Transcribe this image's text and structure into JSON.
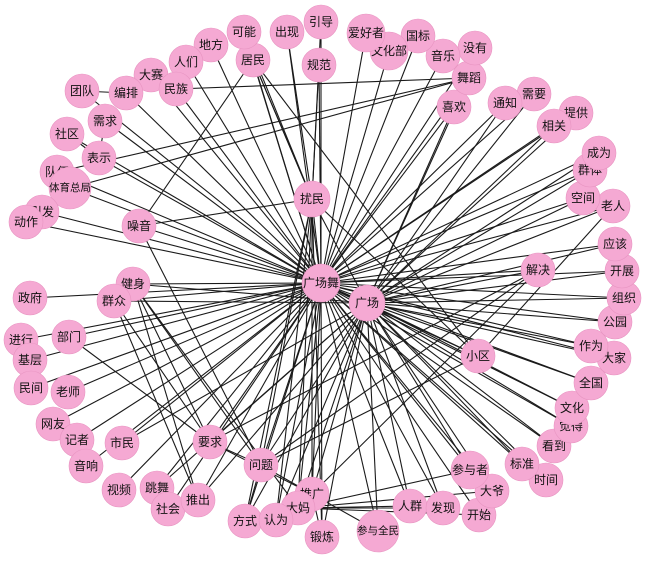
{
  "hubs": [
    "广场舞",
    "广场",
    "扰民"
  ],
  "nodes": [
    "广场舞",
    "广场",
    "扰民",
    "小区",
    "解决",
    "噪音",
    "要求",
    "问题",
    "推广",
    "大妈",
    "健身",
    "群众",
    "部门",
    "政府",
    "进行",
    "基层",
    "民间",
    "老师",
    "网友",
    "记者",
    "音响",
    "视频",
    "市民",
    "跳舞",
    "社会",
    "推出",
    "方式",
    "认为",
    "锻炼",
    "参与全民",
    "人群",
    "发现",
    "开始",
    "大爷",
    "参与者",
    "时间",
    "标准",
    "看到",
    "觉得",
    "文化",
    "全国",
    "大家",
    "作为",
    "公园",
    "组织",
    "开展",
    "应该",
    "老人",
    "空间",
    "群体",
    "成为",
    "提供",
    "相关",
    "需要",
    "通知",
    "喜欢",
    "舞蹈",
    "没有",
    "音乐",
    "国标",
    "文化部",
    "爱好者",
    "引导",
    "规范",
    "出现",
    "居民",
    "可能",
    "地方",
    "人们",
    "大赛",
    "民族",
    "编排",
    "团队",
    "需求",
    "社区",
    "表示",
    "队伍",
    "体育总局",
    "引发",
    "动作"
  ],
  "edges": [
    [
      "广场舞",
      "扰民"
    ],
    [
      "广场舞",
      "广场"
    ],
    [
      "广场舞",
      "噪音"
    ],
    [
      "广场舞",
      "健身"
    ],
    [
      "广场舞",
      "群众"
    ],
    [
      "广场舞",
      "政府"
    ],
    [
      "广场舞",
      "部门"
    ],
    [
      "广场舞",
      "进行"
    ],
    [
      "广场舞",
      "基层"
    ],
    [
      "广场舞",
      "民间"
    ],
    [
      "广场舞",
      "老师"
    ],
    [
      "广场舞",
      "网友"
    ],
    [
      "广场舞",
      "记者"
    ],
    [
      "广场舞",
      "音响"
    ],
    [
      "广场舞",
      "视频"
    ],
    [
      "广场舞",
      "市民"
    ],
    [
      "广场舞",
      "跳舞"
    ],
    [
      "广场舞",
      "社会"
    ],
    [
      "广场舞",
      "推出"
    ],
    [
      "广场舞",
      "方式"
    ],
    [
      "广场舞",
      "认为"
    ],
    [
      "广场舞",
      "推广"
    ],
    [
      "广场舞",
      "大妈"
    ],
    [
      "广场舞",
      "锻炼"
    ],
    [
      "广场舞",
      "参与全民"
    ],
    [
      "广场舞",
      "人群"
    ],
    [
      "广场舞",
      "发现"
    ],
    [
      "广场舞",
      "开始"
    ],
    [
      "广场舞",
      "大爷"
    ],
    [
      "广场舞",
      "参与者"
    ],
    [
      "广场舞",
      "时间"
    ],
    [
      "广场舞",
      "标准"
    ],
    [
      "广场舞",
      "看到"
    ],
    [
      "广场舞",
      "觉得"
    ],
    [
      "广场舞",
      "文化"
    ],
    [
      "广场舞",
      "全国"
    ],
    [
      "广场舞",
      "大家"
    ],
    [
      "广场舞",
      "作为"
    ],
    [
      "广场舞",
      "公园"
    ],
    [
      "广场舞",
      "组织"
    ],
    [
      "广场舞",
      "开展"
    ],
    [
      "广场舞",
      "应该"
    ],
    [
      "广场舞",
      "老人"
    ],
    [
      "广场舞",
      "空间"
    ],
    [
      "广场舞",
      "群体"
    ],
    [
      "广场舞",
      "成为"
    ],
    [
      "广场舞",
      "提供"
    ],
    [
      "广场舞",
      "相关"
    ],
    [
      "广场舞",
      "需要"
    ],
    [
      "广场舞",
      "通知"
    ],
    [
      "广场舞",
      "喜欢"
    ],
    [
      "广场舞",
      "舞蹈"
    ],
    [
      "广场舞",
      "没有"
    ],
    [
      "广场舞",
      "音乐"
    ],
    [
      "广场舞",
      "国标"
    ],
    [
      "广场舞",
      "文化部"
    ],
    [
      "广场舞",
      "爱好者"
    ],
    [
      "广场舞",
      "引导"
    ],
    [
      "广场舞",
      "规范"
    ],
    [
      "广场舞",
      "出现"
    ],
    [
      "广场舞",
      "居民"
    ],
    [
      "广场舞",
      "可能"
    ],
    [
      "广场舞",
      "地方"
    ],
    [
      "广场舞",
      "人们"
    ],
    [
      "广场舞",
      "大赛"
    ],
    [
      "广场舞",
      "民族"
    ],
    [
      "广场舞",
      "编排"
    ],
    [
      "广场舞",
      "团队"
    ],
    [
      "广场舞",
      "需求"
    ],
    [
      "广场舞",
      "社区"
    ],
    [
      "广场舞",
      "表示"
    ],
    [
      "广场舞",
      "队伍"
    ],
    [
      "广场舞",
      "体育总局"
    ],
    [
      "广场舞",
      "引发"
    ],
    [
      "广场舞",
      "动作"
    ],
    [
      "广场舞",
      "小区"
    ],
    [
      "广场舞",
      "解决"
    ],
    [
      "广场舞",
      "要求"
    ],
    [
      "广场舞",
      "问题"
    ],
    [
      "广场",
      "扰民"
    ],
    [
      "广场",
      "健身"
    ],
    [
      "广场",
      "群众"
    ],
    [
      "广场",
      "小区"
    ],
    [
      "广场",
      "解决"
    ],
    [
      "广场",
      "大妈"
    ],
    [
      "广场",
      "推广"
    ],
    [
      "广场",
      "问题"
    ],
    [
      "广场",
      "要求"
    ],
    [
      "广场",
      "大家"
    ],
    [
      "广场",
      "作为"
    ],
    [
      "广场",
      "公园"
    ],
    [
      "广场",
      "文化"
    ],
    [
      "广场",
      "全国"
    ],
    [
      "广场",
      "觉得"
    ],
    [
      "广场",
      "看到"
    ],
    [
      "广场",
      "标准"
    ],
    [
      "广场",
      "时间"
    ],
    [
      "广场",
      "大爷"
    ],
    [
      "广场",
      "参与者"
    ],
    [
      "广场",
      "人群"
    ],
    [
      "广场",
      "发现"
    ],
    [
      "广场",
      "锻炼"
    ],
    [
      "广场",
      "认为"
    ],
    [
      "广场",
      "方式"
    ],
    [
      "广场",
      "跳舞"
    ],
    [
      "广场",
      "推出"
    ],
    [
      "广场",
      "市民"
    ],
    [
      "广场",
      "舞蹈"
    ],
    [
      "广场",
      "喜欢"
    ],
    [
      "广场",
      "组织"
    ],
    [
      "广场",
      "开展"
    ],
    [
      "广场",
      "应该"
    ],
    [
      "广场",
      "空间"
    ],
    [
      "广场",
      "需要"
    ],
    [
      "广场",
      "通知"
    ],
    [
      "广场",
      "成为"
    ],
    [
      "广场",
      "群体"
    ],
    [
      "广场",
      "相关"
    ],
    [
      "广场",
      "提供"
    ],
    [
      "广场",
      "老人"
    ],
    [
      "广场",
      "参与全民"
    ],
    [
      "扰民",
      "噪音"
    ],
    [
      "扰民",
      "居民"
    ],
    [
      "扰民",
      "规范"
    ],
    [
      "扰民",
      "引导"
    ],
    [
      "扰民",
      "出现"
    ],
    [
      "扰民",
      "可能"
    ],
    [
      "扰民",
      "问题"
    ],
    [
      "扰民",
      "大妈"
    ],
    [
      "扰民",
      "推广"
    ],
    [
      "扰民",
      "锻炼"
    ],
    [
      "扰民",
      "认为"
    ],
    [
      "扰民",
      "方式"
    ],
    [
      "扰民",
      "小区"
    ],
    [
      "扰民",
      "居民"
    ],
    [
      "噪音",
      "问题"
    ],
    [
      "噪音",
      "居民"
    ],
    [
      "小区",
      "老人"
    ],
    [
      "小区",
      "居民"
    ],
    [
      "小区",
      "问题"
    ],
    [
      "解决",
      "问题"
    ],
    [
      "解决",
      "推广"
    ],
    [
      "解决",
      "要求"
    ],
    [
      "健身",
      "要求"
    ],
    [
      "健身",
      "推出"
    ],
    [
      "健身",
      "大妈"
    ],
    [
      "健身",
      "问题"
    ],
    [
      "群众",
      "要求"
    ],
    [
      "群众",
      "推出"
    ],
    [
      "部门",
      "要求"
    ],
    [
      "要求",
      "问题"
    ],
    [
      "要求",
      "推广"
    ],
    [
      "问题",
      "推广"
    ],
    [
      "问题",
      "方式"
    ],
    [
      "推广",
      "大妈"
    ],
    [
      "推广",
      "认为"
    ],
    [
      "推广",
      "锻炼"
    ],
    [
      "推广",
      "参与全民"
    ],
    [
      "大妈",
      "发现"
    ],
    [
      "大妈",
      "开始"
    ],
    [
      "大妈",
      "人群"
    ],
    [
      "大妈",
      "大爷"
    ],
    [
      "大妈",
      "参与者"
    ],
    [
      "舞蹈",
      "喜欢"
    ],
    [
      "舞蹈",
      "体育总局"
    ],
    [
      "舞蹈",
      "队伍"
    ],
    [
      "舞蹈",
      "民族"
    ],
    [
      "音乐",
      "舞蹈"
    ],
    [
      "国标",
      "舞蹈"
    ],
    [
      "团队",
      "编排"
    ],
    [
      "编排",
      "大赛"
    ],
    [
      "大赛",
      "民族"
    ],
    [
      "需求",
      "表示"
    ],
    [
      "社区",
      "表示"
    ],
    [
      "群体",
      "成为"
    ],
    [
      "相关",
      "提供"
    ],
    [
      "时间",
      "标准"
    ],
    [
      "文化",
      "全国"
    ],
    [
      "觉得",
      "看到"
    ],
    [
      "公园",
      "组织"
    ]
  ]
}
